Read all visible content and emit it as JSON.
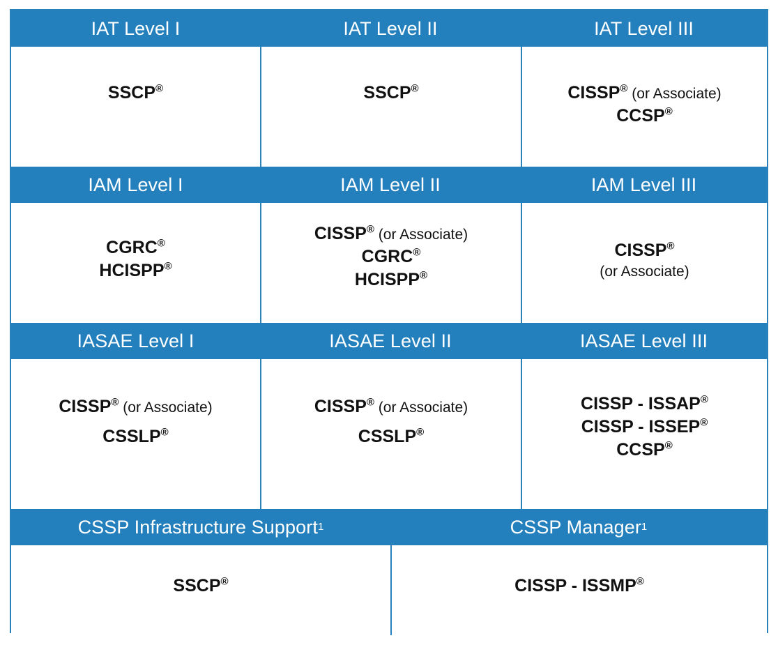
{
  "table": {
    "accent_color": "#2480bc",
    "border_color": "#2a80b9",
    "text_color": "#111111",
    "header_text_color": "#ffffff",
    "sections": [
      {
        "id": "iat",
        "headers": [
          {
            "label": "IAT Level I",
            "footnote": ""
          },
          {
            "label": "IAT Level II",
            "footnote": ""
          },
          {
            "label": "IAT Level III",
            "footnote": ""
          }
        ],
        "cells": [
          {
            "lines": [
              {
                "text": "SSCP",
                "registered": true,
                "note": ""
              }
            ]
          },
          {
            "lines": [
              {
                "text": "SSCP",
                "registered": true,
                "note": ""
              }
            ]
          },
          {
            "lines": [
              {
                "text": "CISSP",
                "registered": true,
                "note": " (or Associate)"
              },
              {
                "text": "CCSP",
                "registered": true,
                "note": ""
              }
            ]
          }
        ]
      },
      {
        "id": "iam",
        "headers": [
          {
            "label": "IAM Level I",
            "footnote": ""
          },
          {
            "label": "IAM Level II",
            "footnote": ""
          },
          {
            "label": "IAM Level III",
            "footnote": ""
          }
        ],
        "cells": [
          {
            "lines": [
              {
                "text": "CGRC",
                "registered": true,
                "note": ""
              },
              {
                "text": "HCISPP",
                "registered": true,
                "note": ""
              }
            ]
          },
          {
            "lines": [
              {
                "text": "CISSP",
                "registered": true,
                "note": " (or Associate)"
              },
              {
                "text": "CGRC",
                "registered": true,
                "note": ""
              },
              {
                "text": "HCISPP",
                "registered": true,
                "note": ""
              }
            ]
          },
          {
            "lines": [
              {
                "text": "CISSP",
                "registered": true,
                "note": ""
              },
              {
                "text": "(or Associate)",
                "registered": false,
                "note": "",
                "plain": true
              }
            ]
          }
        ]
      },
      {
        "id": "iasae",
        "headers": [
          {
            "label": "IASAE Level I",
            "footnote": ""
          },
          {
            "label": "IASAE Level II",
            "footnote": ""
          },
          {
            "label": "IASAE Level III",
            "footnote": ""
          }
        ],
        "cells": [
          {
            "lines": [
              {
                "text": "CISSP",
                "registered": true,
                "note": " (or Associate)"
              },
              {
                "text": "CSSLP",
                "registered": true,
                "note": ""
              }
            ]
          },
          {
            "lines": [
              {
                "text": "CISSP",
                "registered": true,
                "note": " (or Associate)"
              },
              {
                "text": "CSSLP",
                "registered": true,
                "note": ""
              }
            ]
          },
          {
            "lines": [
              {
                "text": "CISSP - ISSAP",
                "registered": true,
                "note": ""
              },
              {
                "text": "CISSP - ISSEP",
                "registered": true,
                "note": ""
              },
              {
                "text": "CCSP",
                "registered": true,
                "note": ""
              }
            ]
          }
        ]
      },
      {
        "id": "cssp",
        "headers": [
          {
            "label": "CSSP Infrastructure Support",
            "footnote": "1"
          },
          {
            "label": "CSSP Manager",
            "footnote": "1"
          }
        ],
        "cells": [
          {
            "lines": [
              {
                "text": "SSCP",
                "registered": true,
                "note": ""
              }
            ]
          },
          {
            "lines": [
              {
                "text": "CISSP - ISSMP",
                "registered": true,
                "note": ""
              }
            ]
          }
        ]
      }
    ]
  }
}
